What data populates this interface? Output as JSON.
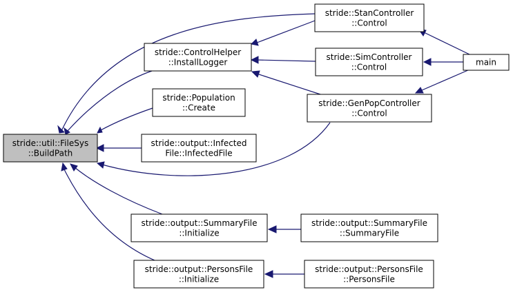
{
  "graph": {
    "nodes": [
      {
        "id": "buildpath",
        "lines": [
          "stride::util::FileSys",
          "::BuildPath"
        ],
        "focus": true
      },
      {
        "id": "installlogger",
        "lines": [
          "stride::ControlHelper",
          "::InstallLogger"
        ]
      },
      {
        "id": "population_create",
        "lines": [
          "stride::Population",
          "::Create"
        ]
      },
      {
        "id": "infectedfile",
        "lines": [
          "stride::output::Infected",
          "File::InfectedFile"
        ]
      },
      {
        "id": "summary_init",
        "lines": [
          "stride::output::SummaryFile",
          "::Initialize"
        ]
      },
      {
        "id": "persons_init",
        "lines": [
          "stride::output::PersonsFile",
          "::Initialize"
        ]
      },
      {
        "id": "stan_control",
        "lines": [
          "stride::StanController",
          "::Control"
        ]
      },
      {
        "id": "sim_control",
        "lines": [
          "stride::SimController",
          "::Control"
        ]
      },
      {
        "id": "genpop_control",
        "lines": [
          "stride::GenPopController",
          "::Control"
        ]
      },
      {
        "id": "summary_ctor",
        "lines": [
          "stride::output::SummaryFile",
          "::SummaryFile"
        ]
      },
      {
        "id": "persons_ctor",
        "lines": [
          "stride::output::PersonsFile",
          "::PersonsFile"
        ]
      },
      {
        "id": "main",
        "lines": [
          "main"
        ]
      }
    ],
    "edges": [
      {
        "from": "stan_control",
        "to": "buildpath"
      },
      {
        "from": "installlogger",
        "to": "buildpath"
      },
      {
        "from": "population_create",
        "to": "buildpath"
      },
      {
        "from": "infectedfile",
        "to": "buildpath"
      },
      {
        "from": "genpop_control",
        "to": "buildpath"
      },
      {
        "from": "summary_init",
        "to": "buildpath"
      },
      {
        "from": "persons_init",
        "to": "buildpath"
      },
      {
        "from": "stan_control",
        "to": "installlogger"
      },
      {
        "from": "sim_control",
        "to": "installlogger"
      },
      {
        "from": "genpop_control",
        "to": "installlogger"
      },
      {
        "from": "main",
        "to": "stan_control"
      },
      {
        "from": "main",
        "to": "sim_control"
      },
      {
        "from": "main",
        "to": "genpop_control"
      },
      {
        "from": "summary_ctor",
        "to": "summary_init"
      },
      {
        "from": "persons_ctor",
        "to": "persons_init"
      }
    ]
  }
}
